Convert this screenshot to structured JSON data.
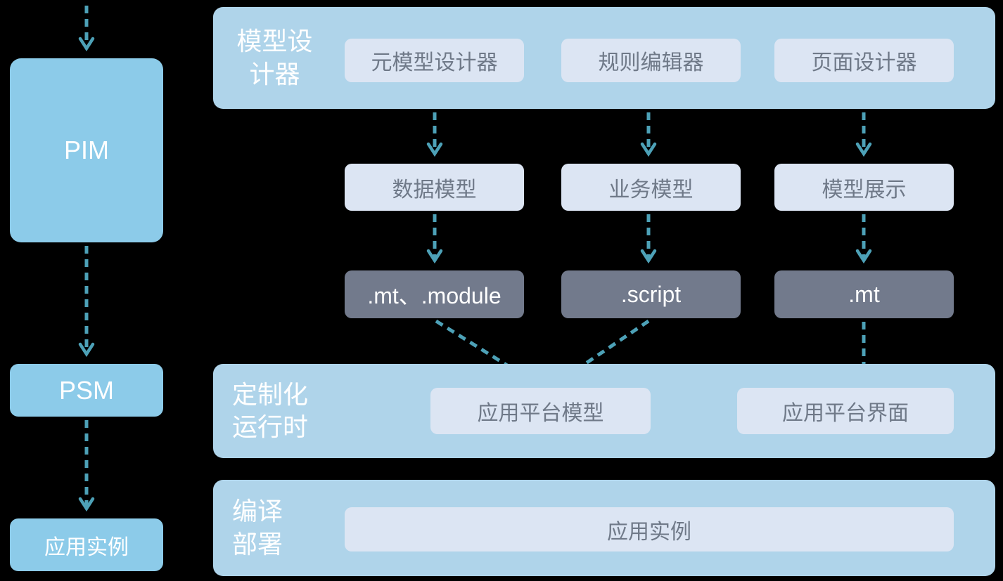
{
  "colors": {
    "background": "#000000",
    "primary_box": "#8ccbe9",
    "panel": "#afd4ea",
    "light_box": "#dce5f3",
    "dark_box": "#727a8c",
    "gray_text": "#6f7988",
    "white_text": "#ffffff",
    "arrow": "#4da1b7"
  },
  "left_column": {
    "pim_label": "PIM",
    "psm_label": "PSM",
    "app_instance_label": "应用实例"
  },
  "model_designer_panel": {
    "label_line1": "模型设",
    "label_line2": "计器",
    "tools": [
      {
        "label": "元模型设计器"
      },
      {
        "label": "规则编辑器"
      },
      {
        "label": "页面设计器"
      }
    ]
  },
  "model_row": [
    {
      "label": "数据模型"
    },
    {
      "label": "业务模型"
    },
    {
      "label": "模型展示"
    }
  ],
  "artifact_row": [
    {
      "label": ".mt、.module"
    },
    {
      "label": ".script"
    },
    {
      "label": ".mt"
    }
  ],
  "runtime_panel": {
    "label_line1": "定制化",
    "label_line2": "运行时",
    "items": [
      {
        "label": "应用平台模型"
      },
      {
        "label": "应用平台界面"
      }
    ]
  },
  "deploy_panel": {
    "label_line1": "编译",
    "label_line2": "部署",
    "item": {
      "label": "应用实例"
    }
  }
}
